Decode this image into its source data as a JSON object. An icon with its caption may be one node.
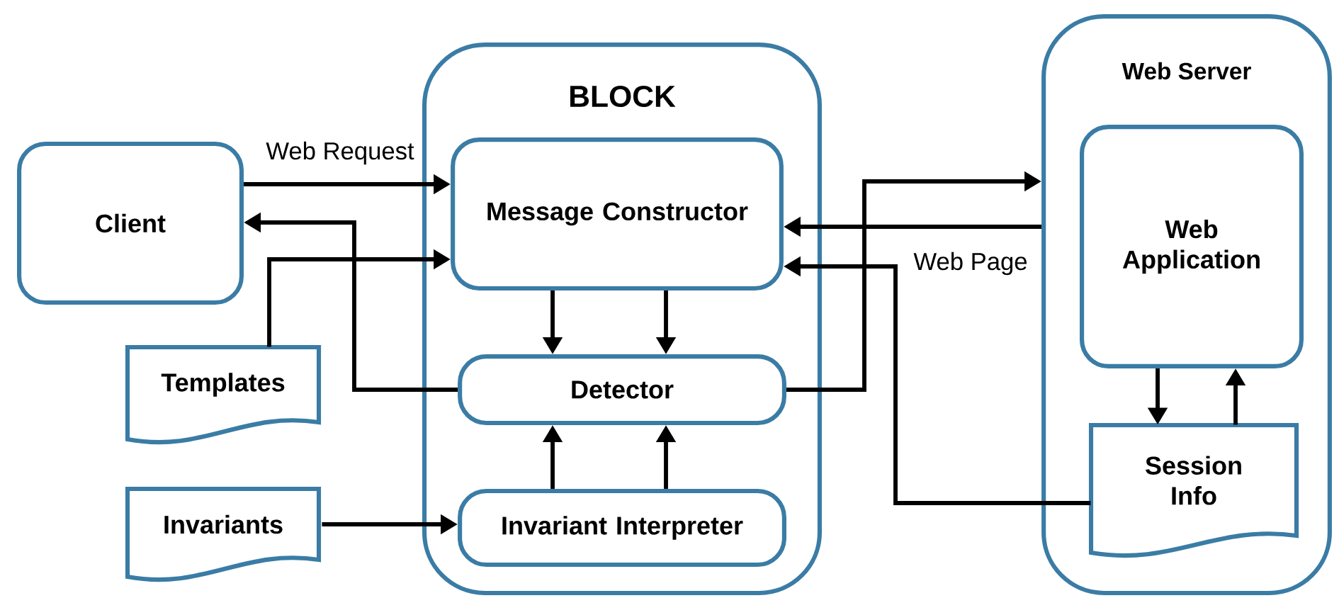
{
  "diagram": {
    "nodes": [
      {
        "text": [
          "Client"
        ]
      },
      {
        "text": [
          "BLOCK"
        ]
      },
      {
        "text": [
          "Message Constructor"
        ],
        "in": 1
      },
      {
        "text": [
          "Detector"
        ],
        "in": 1
      },
      {
        "text": [
          "Invariant Interpreter"
        ],
        "in": 1
      },
      {
        "text": [
          "Templates"
        ]
      },
      {
        "text": [
          "Invariants"
        ]
      },
      {
        "text": [
          "Web Server"
        ]
      },
      {
        "text": [
          "Web Application"
        ],
        "in": 7
      },
      {
        "text": [
          "Session Info"
        ],
        "in": 7
      }
    ],
    "edges": [
      {
        "from": 0,
        "to": 2,
        "arrow": "to",
        "label": "Web Request"
      },
      {
        "from": 3,
        "to": 0,
        "arrow": "to"
      },
      {
        "from": 5,
        "to": 2,
        "arrow": "to"
      },
      {
        "from": 2,
        "to": 3,
        "arrow": "to"
      },
      {
        "from": 2,
        "to": 3,
        "arrow": "to"
      },
      {
        "from": 4,
        "to": 3,
        "arrow": "to"
      },
      {
        "from": 4,
        "to": 3,
        "arrow": "to"
      },
      {
        "from": 6,
        "to": 4,
        "arrow": "to"
      },
      {
        "from": 3,
        "to": 7,
        "arrow": "to"
      },
      {
        "from": 7,
        "to": 2,
        "arrow": "to",
        "label": "Web Page"
      },
      {
        "from": 9,
        "to": 2,
        "arrow": "to"
      },
      {
        "from": 8,
        "to": 9,
        "arrow": "to"
      },
      {
        "from": 9,
        "to": 8,
        "arrow": "to"
      }
    ]
  }
}
